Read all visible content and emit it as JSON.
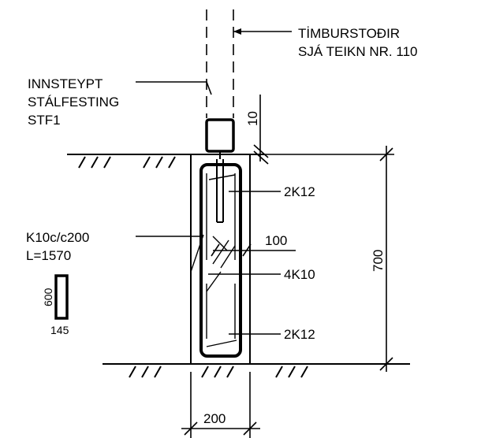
{
  "labels": {
    "timber_line1": "TİMBURSTOÐIR",
    "timber_line2": "SJÁ  TEIKN  NR. 110",
    "insert_line1": "INNSTEYPT",
    "insert_line2": "STÁLFESTING",
    "insert_line3": "STF1",
    "stirrup_line1": "K10c/c200",
    "stirrup_line2": "L=1570",
    "rebar_top": "2K12",
    "rebar_mid": "4K10",
    "rebar_bottom": "2K12"
  },
  "dimensions": {
    "gap": "10",
    "height": "700",
    "cover": "100",
    "width": "200"
  },
  "stirrup_shape": {
    "height": "600",
    "width": "145"
  }
}
